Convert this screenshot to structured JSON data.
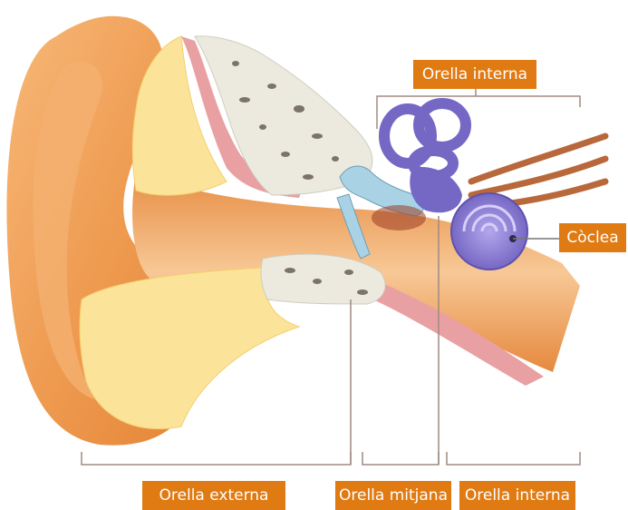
{
  "labels": {
    "inner_ear_top": "Orella interna",
    "cochlea": "Còclea",
    "outer_ear": "Orella externa",
    "middle_ear": "Orella mitjana",
    "inner_ear_bottom": "Orella interna"
  },
  "colors": {
    "label_background": "#e07a12",
    "label_text": "#ffffff",
    "bracket_line": "#a08a80",
    "skin": "#f2a660",
    "skin_dark": "#e58a3c",
    "fat": "#fbe49a",
    "bone": "#eceadf",
    "muscle": "#e9a0a2",
    "canal": "#f6c08c",
    "labyrinth": "#7468c4",
    "ossicle": "#a9d2e4",
    "nerve": "#b8683a"
  }
}
